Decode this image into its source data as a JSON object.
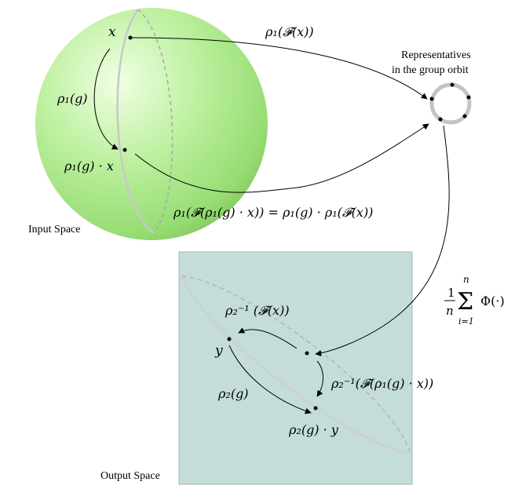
{
  "labels": {
    "input_space": "Input Space",
    "output_space": "Output Space",
    "representatives_line1": "Representatives",
    "representatives_line2": "in the group orbit"
  },
  "math": {
    "x": "x",
    "rho1_g": "ρ₁(g)",
    "rho1_g_x": "ρ₁(g) · x",
    "rho1_F_x": "ρ₁(𝓕(x))",
    "equivariance": "ρ₁(𝓕(ρ₁(g) · x)) = ρ₁(g) · ρ₁(𝓕(x))",
    "average_frac_num": "1",
    "average_frac_den": "n",
    "average_sum_top": "n",
    "average_sum_bottom": "i=1",
    "average_phi": "Φ(·)",
    "rho2_inv_F_x": "ρ₂⁻¹ (𝓕(x))",
    "y": "y",
    "rho2_g": "ρ₂(g)",
    "rho2_inv_F_rho1gx": "ρ₂⁻¹(𝓕(ρ₁(g) · x))",
    "rho2_g_y": "ρ₂(g) · y"
  },
  "colors": {
    "sphere_light": "#eaffdc",
    "sphere_mid": "#b6ee98",
    "sphere_dark": "#84c85c",
    "output_square": "#c4dddb",
    "output_border": "#9fb9b6",
    "orbit_ring": "#c4c4c4",
    "meridian": "#c8c8c8"
  }
}
